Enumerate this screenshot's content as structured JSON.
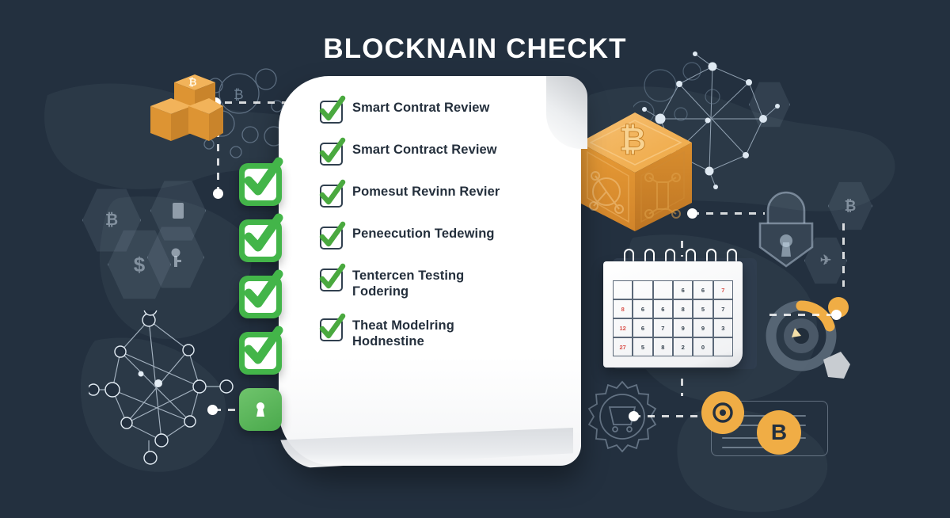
{
  "header": {
    "title": "BLOCKNAIN CHECKT"
  },
  "colors": {
    "background": "#23303f",
    "paper": "#ffffff",
    "check_green": "#43b549",
    "check_green_dark": "#3a9e3f",
    "text_dark": "#242f3c",
    "accent_orange": "#f0ad45",
    "cube_orange": "#e79b36",
    "calendar_red": "#d9504a",
    "faint_line": "#becede"
  },
  "checklist": {
    "items": [
      {
        "label": "Smart Contrat Review",
        "checked": true,
        "checkbox_icon": "checkbox-checked-icon"
      },
      {
        "label": "Smart Contract Review",
        "checked": true,
        "checkbox_icon": "checkbox-checked-icon"
      },
      {
        "label": "Pomesut Revinn Revier",
        "checked": true,
        "checkbox_icon": "checkbox-checked-icon"
      },
      {
        "label": "Peneecution Tedewing",
        "checked": true,
        "checkbox_icon": "checkbox-checked-icon"
      },
      {
        "label": "Tentercen Testing Γodering",
        "checked": true,
        "checkbox_icon": "checkbox-checked-icon"
      },
      {
        "label": "Theat Modelring Hodnestine",
        "checked": true,
        "checkbox_icon": "checkbox-checked-icon"
      }
    ]
  },
  "side_badges": {
    "items": [
      {
        "icon": "checkbox-checked-badge-icon",
        "type": "check"
      },
      {
        "icon": "checkbox-checked-badge-icon",
        "type": "check"
      },
      {
        "icon": "checkbox-checked-badge-icon",
        "type": "check"
      },
      {
        "icon": "checkbox-checked-badge-icon",
        "type": "check"
      },
      {
        "icon": "lock-badge-icon",
        "type": "lock"
      }
    ]
  },
  "decorations": {
    "blockchain_cubes_icon": "blockchain-cubes-icon",
    "bitcoin_cube_icon": "bitcoin-cube-icon",
    "bitcoin_symbol": "₿",
    "padlock_icon": "padlock-icon",
    "gear_cart_icon": "gear-cart-icon",
    "network_graph_icon": "network-graph-icon",
    "progress_ring_icon": "progress-ring-icon",
    "certificate_icon": "certificate-icon",
    "target_badge_label": "◉",
    "b_badge_label": "B",
    "hexagons": [
      {
        "glyph": "₿",
        "name": "hexagon-bitcoin-icon"
      },
      {
        "glyph": "$",
        "name": "hexagon-dollar-icon"
      },
      {
        "glyph": "█",
        "name": "hexagon-document-icon"
      },
      {
        "glyph": "⚷",
        "name": "hexagon-key-icon"
      }
    ]
  },
  "calendar": {
    "name": "calendar-icon",
    "rows": [
      [
        {
          "d": "",
          "red": false
        },
        {
          "d": "",
          "red": false
        },
        {
          "d": "",
          "red": false
        },
        {
          "d": "6",
          "red": false
        },
        {
          "d": "6",
          "red": false
        },
        {
          "d": "7",
          "red": true
        }
      ],
      [
        {
          "d": "8",
          "red": true
        },
        {
          "d": "6",
          "red": false
        },
        {
          "d": "6",
          "red": false
        },
        {
          "d": "8",
          "red": false
        },
        {
          "d": "5",
          "red": false
        },
        {
          "d": "7",
          "red": false
        }
      ],
      [
        {
          "d": "12",
          "red": true
        },
        {
          "d": "6",
          "red": false
        },
        {
          "d": "7",
          "red": false
        },
        {
          "d": "9",
          "red": false
        },
        {
          "d": "9",
          "red": false
        },
        {
          "d": "3",
          "red": false
        }
      ],
      [
        {
          "d": "27",
          "red": true
        },
        {
          "d": "5",
          "red": false
        },
        {
          "d": "8",
          "red": false
        },
        {
          "d": "2",
          "red": false
        },
        {
          "d": "0",
          "red": false
        },
        {
          "d": "",
          "red": false
        }
      ]
    ]
  }
}
